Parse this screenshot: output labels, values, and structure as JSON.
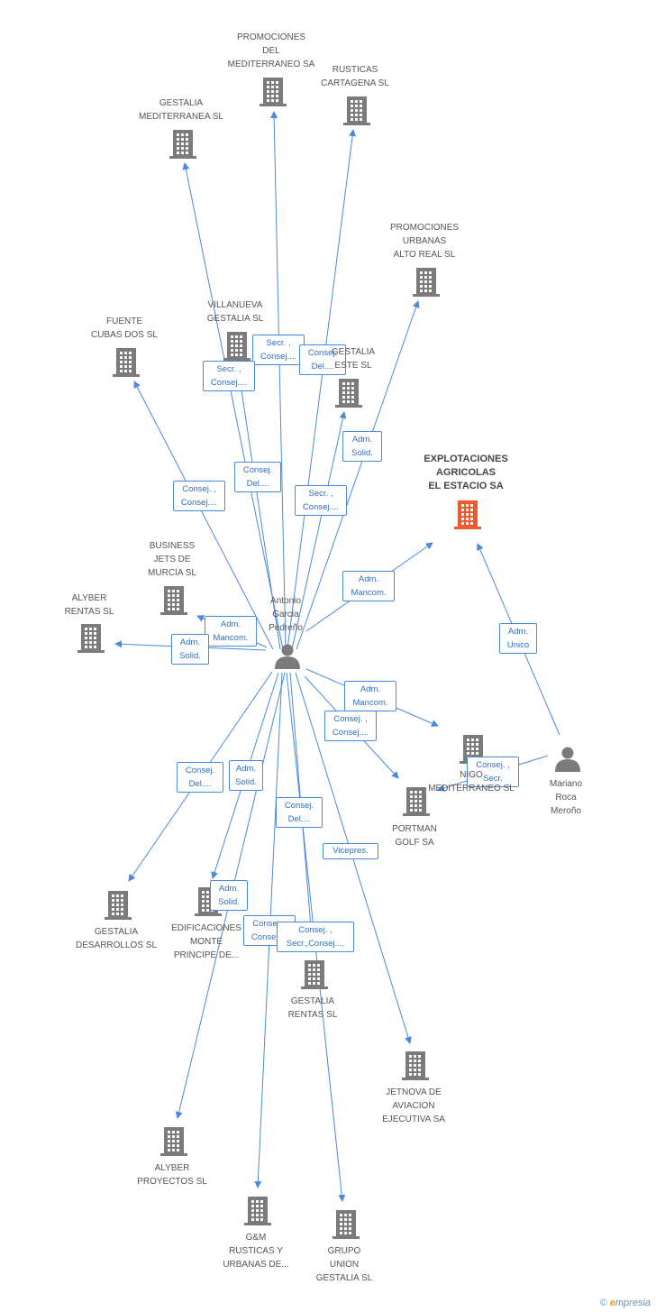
{
  "colors": {
    "company": "#7b7b7b",
    "focus": "#ee5a2e",
    "person": "#7b7b7b",
    "edge": "#4a8ad8",
    "edge_text": "#2f6fc0"
  },
  "nodes": [
    {
      "id": "promociones-mediterraneo",
      "kind": "company",
      "label": "PROMOCIONES\nDEL\nMEDITERRANEO SA"
    },
    {
      "id": "rusticas-cartagena",
      "kind": "company",
      "label": "RUSTICAS\nCARTAGENA SL"
    },
    {
      "id": "gestalia-mediterranea",
      "kind": "company",
      "label": "GESTALIA\nMEDITERRANEA SL"
    },
    {
      "id": "promociones-alto-real",
      "kind": "company",
      "label": "PROMOCIONES\nURBANAS\nALTO REAL  SL"
    },
    {
      "id": "fuente-cubas",
      "kind": "company",
      "label": "FUENTE\nCUBAS DOS SL"
    },
    {
      "id": "villanueva-gestalia",
      "kind": "company",
      "label": "VILLANUEVA\nGESTALIA SL"
    },
    {
      "id": "gestalia-este",
      "kind": "company",
      "label": "GESTALIA\nESTE SL"
    },
    {
      "id": "explotaciones",
      "kind": "focus",
      "label": "EXPLOTACIONES\nAGRICOLAS\nEL ESTACIO SA"
    },
    {
      "id": "business-jets",
      "kind": "company",
      "label": "BUSINESS\nJETS DE\nMURCIA SL"
    },
    {
      "id": "alyber-rentas",
      "kind": "company",
      "label": "ALYBER\nRENTAS SL"
    },
    {
      "id": "antonio",
      "kind": "person",
      "label": "Antonio\nGarcia\nPedreño"
    },
    {
      "id": "mariano",
      "kind": "person",
      "label": "Mariano\nRoca\nMeroño"
    },
    {
      "id": "nigo-mediterraneo",
      "kind": "company",
      "label": "NIGO\nMEDITERRANEO SL"
    },
    {
      "id": "portman",
      "kind": "company",
      "label": "PORTMAN\nGOLF SA"
    },
    {
      "id": "gestalia-desarrollos",
      "kind": "company",
      "label": "GESTALIA\nDESARROLLOS SL"
    },
    {
      "id": "edificaciones",
      "kind": "company",
      "label": "EDIFICACIONES\nMONTE\nPRINCIPE DE..."
    },
    {
      "id": "gestalia-rentas",
      "kind": "company",
      "label": "GESTALIA\nRENTAS SL"
    },
    {
      "id": "jetnova",
      "kind": "company",
      "label": "JETNOVA DE\nAVIACION\nEJECUTIVA SA"
    },
    {
      "id": "alyber-proyectos",
      "kind": "company",
      "label": "ALYBER\nPROYECTOS SL"
    },
    {
      "id": "gm-rusticas",
      "kind": "company",
      "label": "G&M\nRUSTICAS Y\nURBANAS DE..."
    },
    {
      "id": "grupo-union",
      "kind": "company",
      "label": "GRUPO\nUNION\nGESTALIA SL"
    }
  ],
  "edges": [
    {
      "from": "antonio",
      "to": "promociones-mediterraneo",
      "label": "Secr. ,\nConsej...."
    },
    {
      "from": "antonio",
      "to": "rusticas-cartagena",
      "label": "Consej.\nDel...."
    },
    {
      "from": "antonio",
      "to": "gestalia-mediterranea",
      "label": "Consej.\nDel...."
    },
    {
      "from": "antonio",
      "to": "promociones-alto-real",
      "label": "Adm.\nSolid."
    },
    {
      "from": "antonio",
      "to": "fuente-cubas",
      "label": "Consej. ,\nConsej...."
    },
    {
      "from": "antonio",
      "to": "villanueva-gestalia",
      "label": "Secr. ,\nConsej...."
    },
    {
      "from": "antonio",
      "to": "gestalia-este",
      "label": "Secr. ,\nConsej...."
    },
    {
      "from": "antonio",
      "to": "explotaciones",
      "label": "Adm.\nMancom."
    },
    {
      "from": "antonio",
      "to": "business-jets",
      "label": "Adm.\nMancom."
    },
    {
      "from": "antonio",
      "to": "alyber-rentas",
      "label": "Adm.\nSolid."
    },
    {
      "from": "antonio",
      "to": "nigo-mediterraneo",
      "label": "Adm.\nMancom."
    },
    {
      "from": "antonio",
      "to": "portman",
      "label": "Consej. ,\nConsej...."
    },
    {
      "from": "antonio",
      "to": "gestalia-desarrollos",
      "label": "Consej.\nDel...."
    },
    {
      "from": "antonio",
      "to": "edificaciones",
      "label": "Adm.\nSolid."
    },
    {
      "from": "antonio",
      "to": "gestalia-rentas",
      "label": "Consej.\nDel...."
    },
    {
      "from": "antonio",
      "to": "jetnova",
      "label": "Vicepres."
    },
    {
      "from": "antonio",
      "to": "alyber-proyectos",
      "label": "Adm.\nSolid."
    },
    {
      "from": "antonio",
      "to": "gm-rusticas",
      "label": "Consej. ,\nConsej...."
    },
    {
      "from": "antonio",
      "to": "grupo-union",
      "label": "Consej. ,\nSecr.,Consej...."
    },
    {
      "from": "mariano",
      "to": "explotaciones",
      "label": "Adm.\nUnico"
    },
    {
      "from": "mariano",
      "to": "portman",
      "label": "Consej. ,\nSecr."
    }
  ],
  "footer": {
    "copyright": "©",
    "brand_e": "e",
    "brand_rest": "mpresia"
  }
}
